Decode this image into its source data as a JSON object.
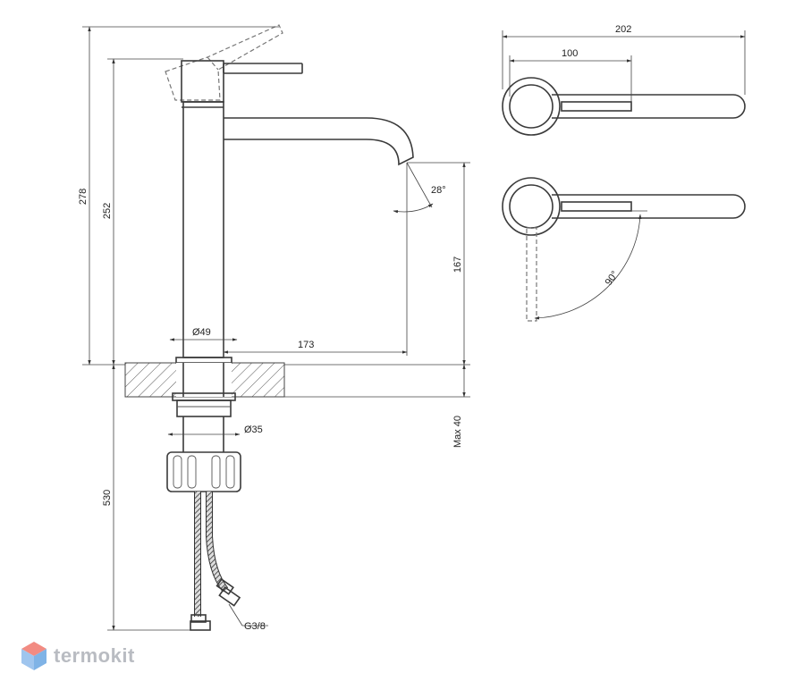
{
  "dimensions": {
    "d202": "202",
    "d100": "100",
    "d278": "278",
    "d252": "252",
    "d28deg": "28°",
    "d167": "167",
    "d49": "Ø49",
    "d173": "173",
    "d35": "Ø35",
    "dmax40": "Max 40",
    "d530": "530",
    "d90deg": "90°",
    "dg38": "G3/8"
  },
  "brand": {
    "name": "termokit",
    "logo_icon": "hexagon-logo-icon",
    "colors": {
      "logo_top": "#f28b82",
      "logo_bottom": "#7fb3e6",
      "text": "#b9bcc2"
    }
  }
}
